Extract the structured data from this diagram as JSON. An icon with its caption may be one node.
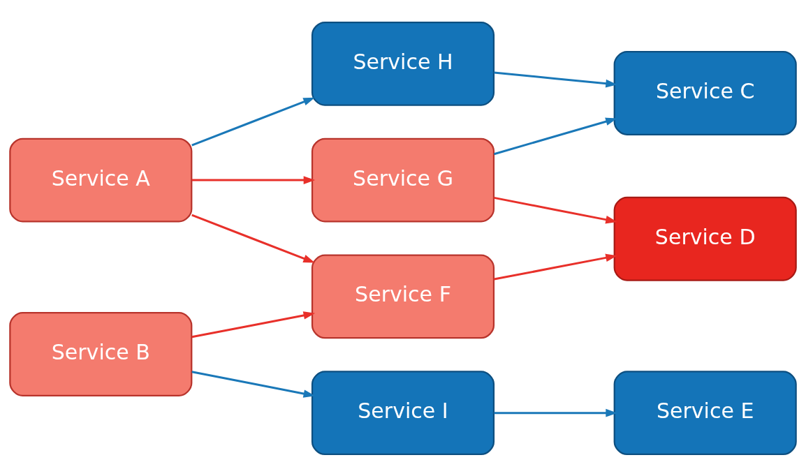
{
  "diagram": {
    "nodes": [
      {
        "text": [
          "Service A"
        ]
      },
      {
        "text": [
          "Service B"
        ]
      },
      {
        "text": [
          "Service H"
        ]
      },
      {
        "text": [
          "Service G"
        ]
      },
      {
        "text": [
          "Service F"
        ]
      },
      {
        "text": [
          "Service I"
        ]
      },
      {
        "text": [
          "Service C"
        ]
      },
      {
        "text": [
          "Service D"
        ]
      },
      {
        "text": [
          "Service E"
        ]
      }
    ],
    "edges": [
      {
        "from": 0,
        "to": 2,
        "arrow": "to",
        "color": "#1a78b8"
      },
      {
        "from": 0,
        "to": 3,
        "arrow": "to",
        "color": "#e8302a"
      },
      {
        "from": 0,
        "to": 4,
        "arrow": "to",
        "color": "#e8302a"
      },
      {
        "from": 1,
        "to": 4,
        "arrow": "to",
        "color": "#e8302a"
      },
      {
        "from": 1,
        "to": 5,
        "arrow": "to",
        "color": "#1a78b8"
      },
      {
        "from": 2,
        "to": 6,
        "arrow": "to",
        "color": "#1a78b8"
      },
      {
        "from": 3,
        "to": 6,
        "arrow": "to",
        "color": "#1a78b8"
      },
      {
        "from": 3,
        "to": 7,
        "arrow": "to",
        "color": "#e8302a"
      },
      {
        "from": 4,
        "to": 7,
        "arrow": "to",
        "color": "#e8302a"
      },
      {
        "from": 5,
        "to": 8,
        "arrow": "to",
        "color": "#1a78b8"
      }
    ]
  }
}
